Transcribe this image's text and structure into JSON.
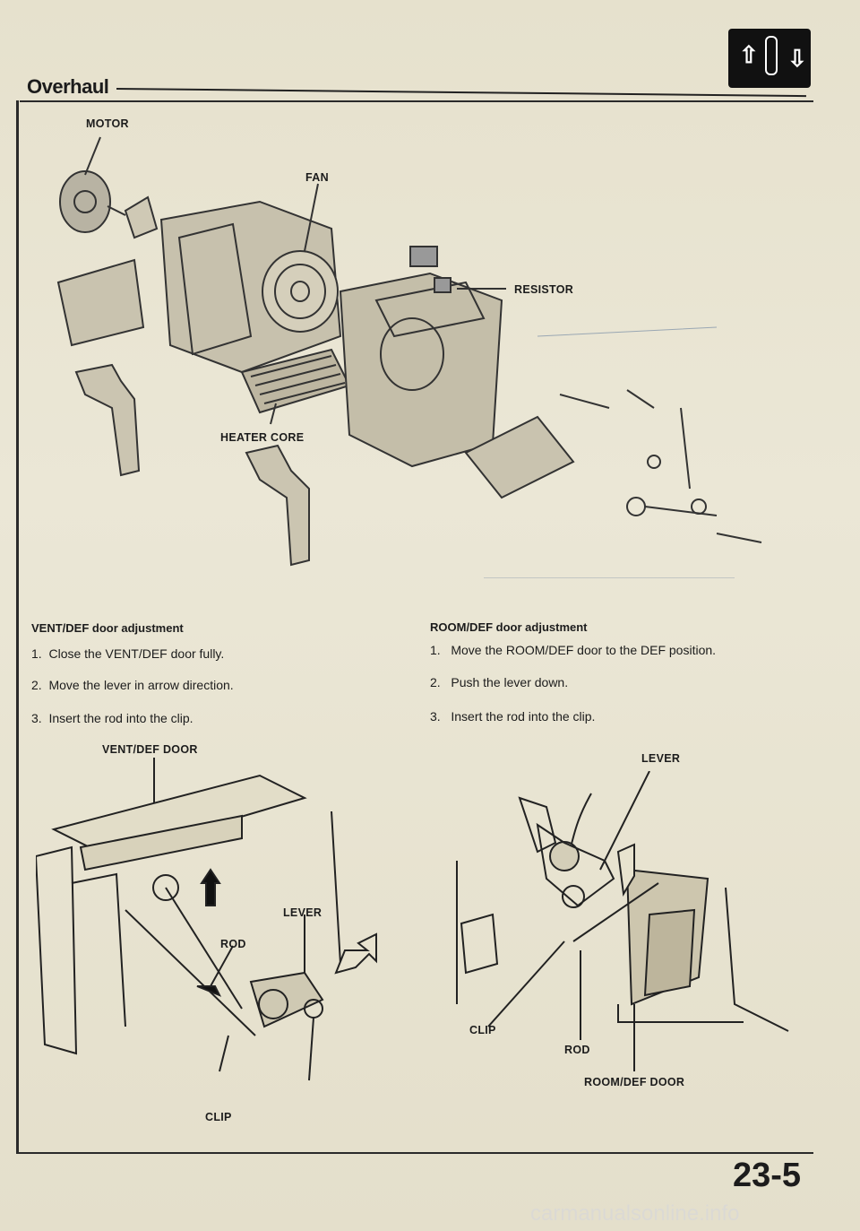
{
  "header": {
    "title": "Overhaul",
    "page_number": "23-5"
  },
  "exploded_view": {
    "labels": {
      "motor": "MOTOR",
      "fan": "FAN",
      "resistor": "RESISTOR",
      "heater_core": "HEATER CORE"
    }
  },
  "vent_def": {
    "title": "VENT/DEF door adjustment",
    "steps": [
      {
        "num": "1.",
        "text": "Close the VENT/DEF door fully."
      },
      {
        "num": "2.",
        "text": "Move the lever in arrow direction."
      },
      {
        "num": "3.",
        "text": "Insert the rod into the clip."
      }
    ],
    "labels": {
      "door": "VENT/DEF DOOR",
      "lever": "LEVER",
      "rod": "ROD",
      "clip": "CLIP"
    }
  },
  "room_def": {
    "title": "ROOM/DEF door adjustment",
    "steps": [
      {
        "num": "1.",
        "text": "Move the ROOM/DEF door to the DEF position."
      },
      {
        "num": "2.",
        "text": "Push the lever down."
      },
      {
        "num": "3.",
        "text": "Insert the rod into the clip."
      }
    ],
    "labels": {
      "lever": "LEVER",
      "clip": "CLIP",
      "rod": "ROD",
      "door": "ROOM/DEF DOOR"
    }
  },
  "watermark": "carmanualsonline.info"
}
